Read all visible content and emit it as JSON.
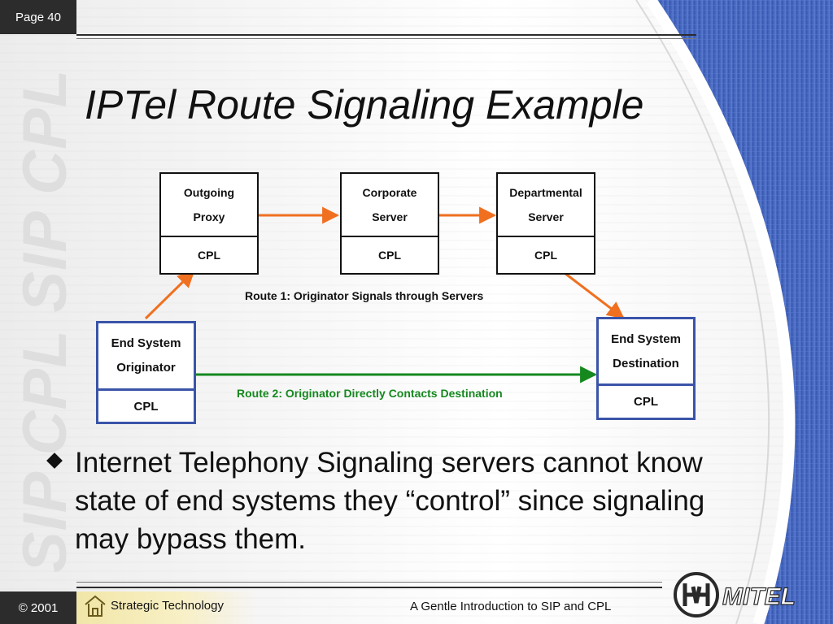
{
  "header": {
    "page_label": "Page 40"
  },
  "watermark": "SIP CPL SIP CPL",
  "title": "IPTel Route Signaling Example",
  "diagram": {
    "servers": [
      {
        "line1": "Outgoing",
        "line2": "Proxy",
        "cpl": "CPL"
      },
      {
        "line1": "Corporate",
        "line2": "Server",
        "cpl": "CPL"
      },
      {
        "line1": "Departmental",
        "line2": "Server",
        "cpl": "CPL"
      }
    ],
    "originator": {
      "line1": "End System",
      "line2": "Originator",
      "cpl": "CPL"
    },
    "destination": {
      "line1": "End System",
      "line2": "Destination",
      "cpl": "CPL"
    },
    "route1_label": "Route 1: Originator Signals through Servers",
    "route2_label": "Route 2: Originator Directly Contacts Destination",
    "colors": {
      "route1": "#f07020",
      "route2": "#15881e",
      "end_system_border": "#3a54a8"
    }
  },
  "bullet": "Internet Telephony Signaling servers cannot know state of end systems they “control” since signaling may bypass them.",
  "footer": {
    "copyright": "© 2001",
    "section": "Strategic Technology",
    "doc_title": "A Gentle Introduction to SIP and CPL",
    "logo_text": "MITEL"
  }
}
